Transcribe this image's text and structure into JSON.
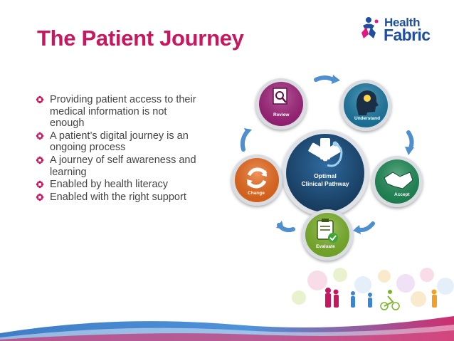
{
  "slide": {
    "title": "The Patient Journey"
  },
  "logo": {
    "line1": "Health",
    "line2": "Fabric"
  },
  "bullets": [
    "Providing patient access to their medical information is not enough",
    "A patient’s digital journey is an ongoing process",
    "A journey of self awareness and learning",
    "Enabled by health literacy",
    "Enabled with the right support"
  ],
  "cycle": {
    "center_line1": "Optimal",
    "center_line2": "Clinical Pathway",
    "steps": [
      {
        "label": "Review",
        "color": "#a3227d",
        "icon": "document-search-icon"
      },
      {
        "label": "Understand",
        "color": "#1b7ba5",
        "icon": "head-idea-icon"
      },
      {
        "label": "Accept",
        "color": "#1e8c57",
        "icon": "handshake-icon"
      },
      {
        "label": "Evaluate",
        "color": "#7db52a",
        "icon": "clipboard-check-icon"
      },
      {
        "label": "Change",
        "color": "#ee6b1c",
        "icon": "cycle-arrows-icon"
      }
    ]
  },
  "colors": {
    "title": "#c8175e",
    "text": "#444444",
    "arrow": "#4f8fce",
    "center": "#1d4a73",
    "brand": "#1d4ea1"
  }
}
